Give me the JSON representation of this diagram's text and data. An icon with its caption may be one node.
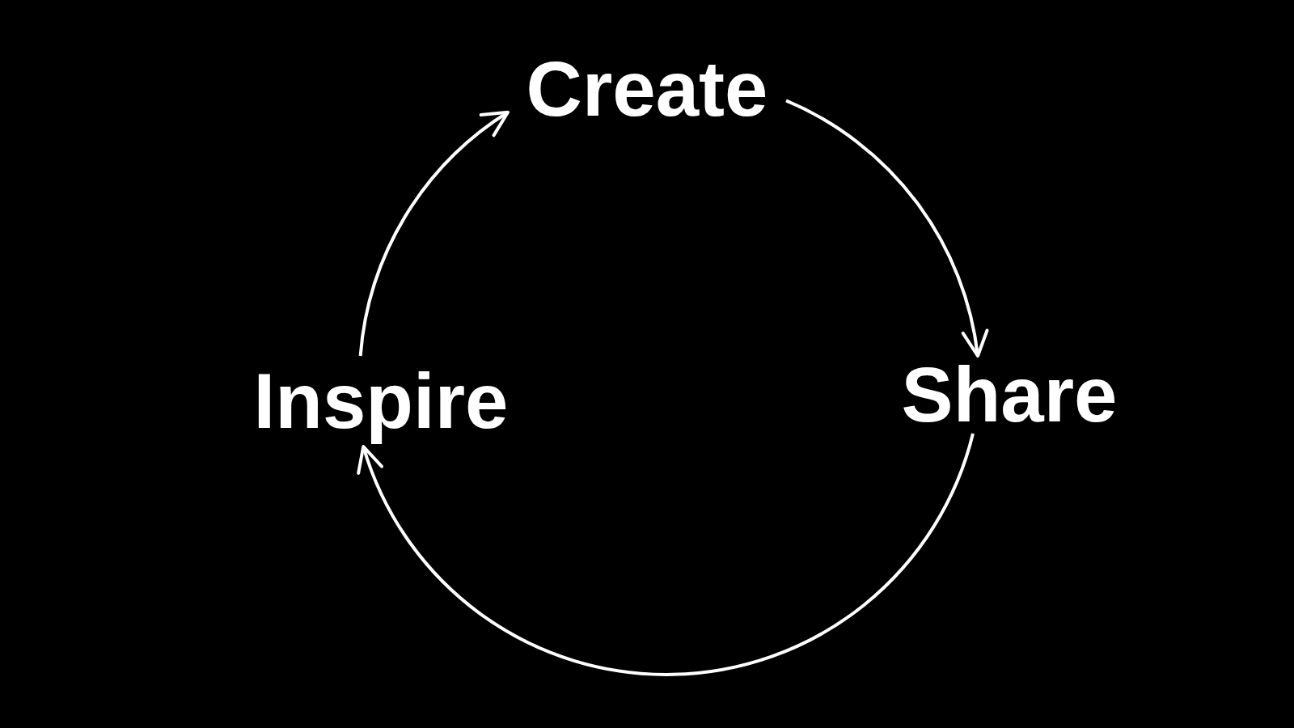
{
  "diagram": {
    "nodes": [
      {
        "text": [
          "Create"
        ]
      },
      {
        "text": [
          "Inspire"
        ]
      },
      {
        "text": [
          "Share"
        ]
      }
    ],
    "edges": [
      {
        "from": 1,
        "to": 0,
        "arrow": "to"
      },
      {
        "from": 0,
        "to": 2,
        "arrow": "to"
      },
      {
        "from": 2,
        "to": 1,
        "arrow": "to"
      }
    ]
  }
}
